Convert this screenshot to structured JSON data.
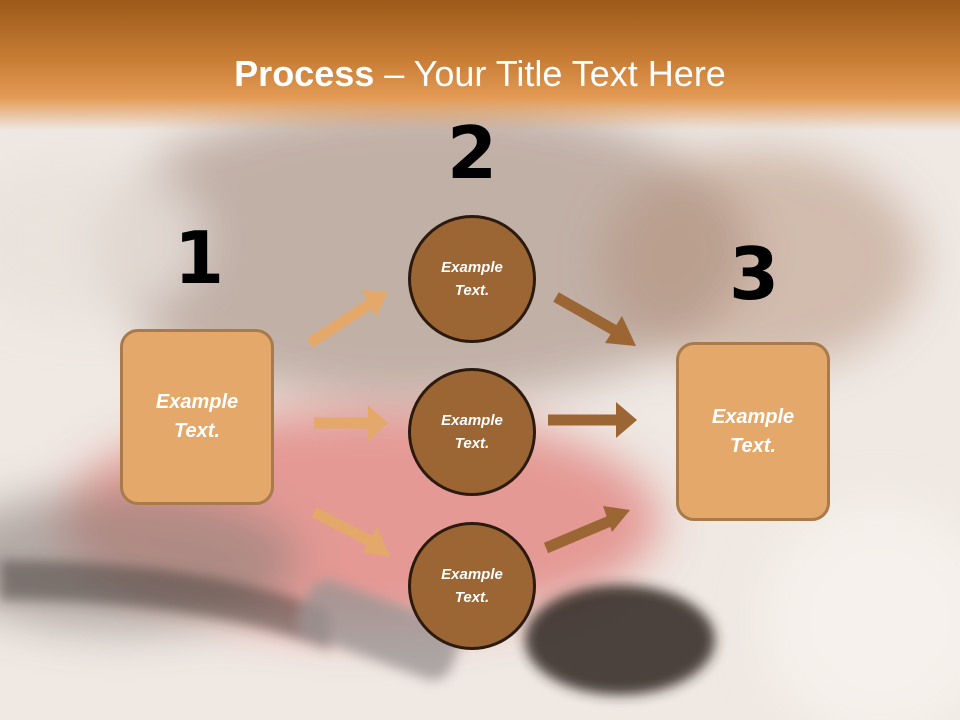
{
  "title": {
    "bold": "Process",
    "rest": " – Your Title Text Here"
  },
  "steps": [
    {
      "number": "1",
      "box": {
        "line1": "Example",
        "line2": "Text."
      }
    },
    {
      "number": "2",
      "circles": [
        {
          "line1": "Example",
          "line2": "Text."
        },
        {
          "line1": "Example",
          "line2": "Text."
        },
        {
          "line1": "Example",
          "line2": "Text."
        }
      ]
    },
    {
      "number": "3",
      "box": {
        "line1": "Example",
        "line2": "Text."
      }
    }
  ],
  "colors": {
    "header": "#c77c34",
    "box_fill": "#e4a86b",
    "circle_fill": "#9b6534",
    "arrow_light": "#e4a86b",
    "arrow_dark": "#9b6534"
  }
}
